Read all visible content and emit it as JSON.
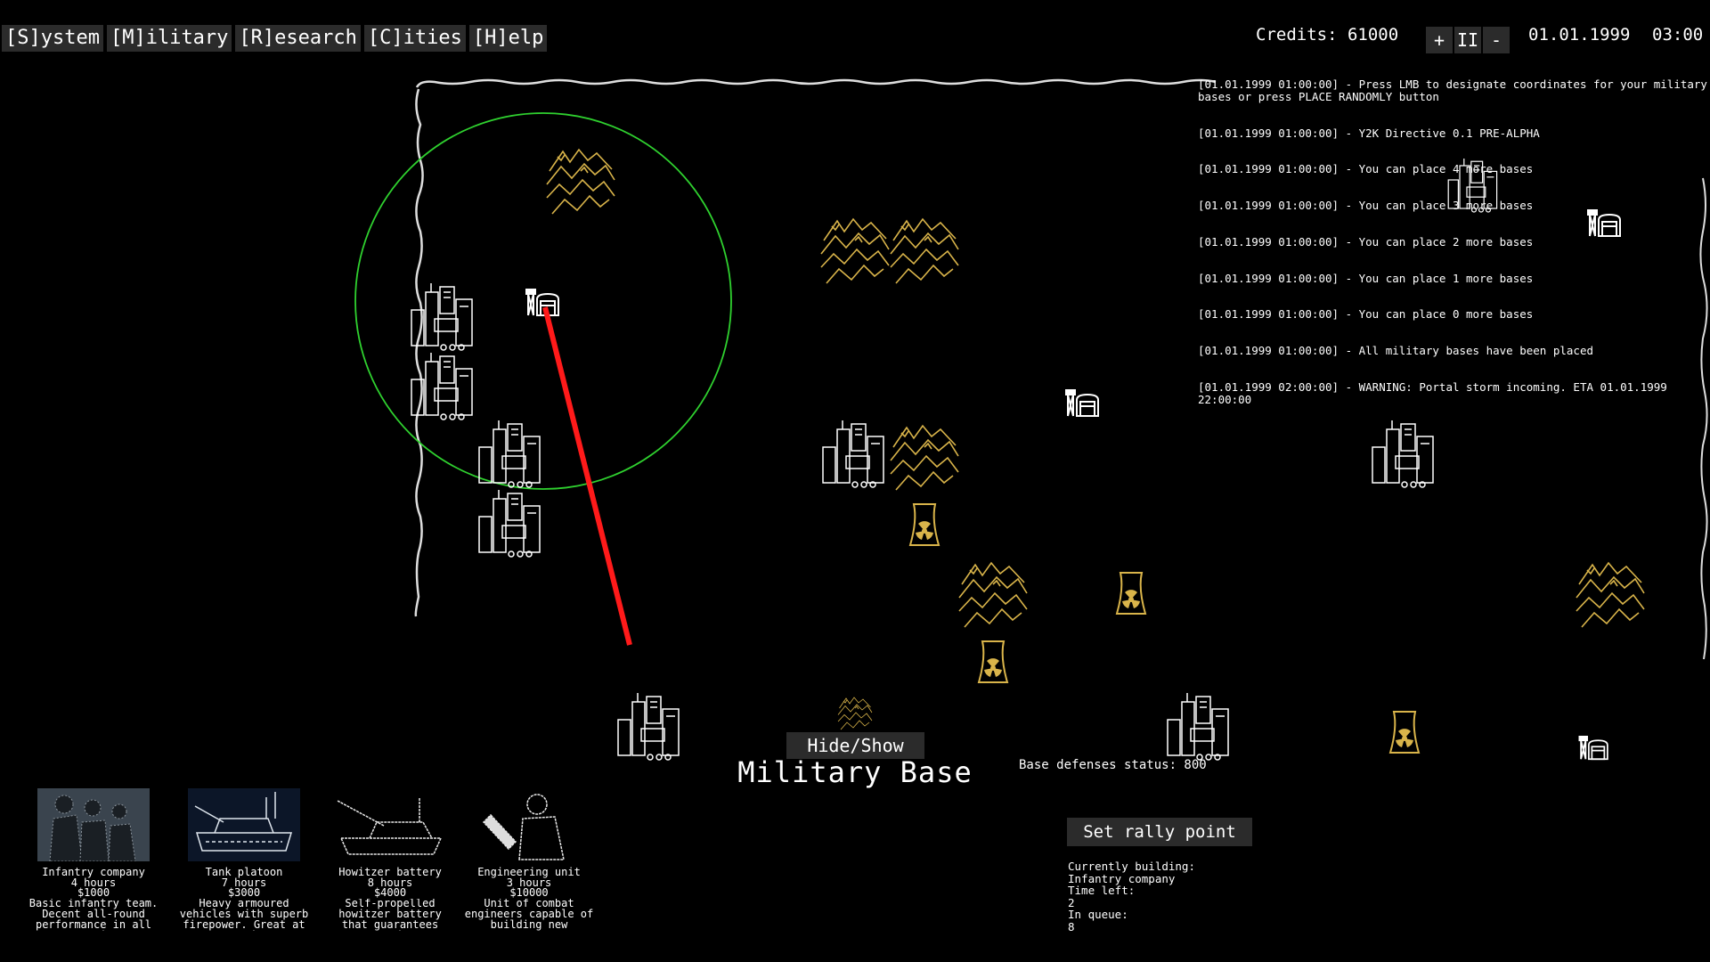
{
  "menu": [
    {
      "label": "[S]ystem"
    },
    {
      "label": "[M]ilitary"
    },
    {
      "label": "[R]esearch"
    },
    {
      "label": "[C]ities"
    },
    {
      "label": "[H]elp"
    }
  ],
  "header": {
    "credits": "Credits: 61000",
    "speed_up": "+",
    "pause": "II",
    "speed_down": "-",
    "date": "01.01.1999",
    "time": "03:00"
  },
  "log": [
    "[01.01.1999 01:00:00] - Press LMB to designate coordinates for your military bases or press PLACE RANDOMLY button",
    "[01.01.1999 01:00:00] - Y2K Directive 0.1 PRE-ALPHA",
    "[01.01.1999 01:00:00] - You can place 4 more bases",
    "[01.01.1999 01:00:00] - You can place 3 more bases",
    "[01.01.1999 01:00:00] - You can place 2 more bases",
    "[01.01.1999 01:00:00] - You can place 1 more bases",
    "[01.01.1999 01:00:00] - You can place 0 more bases",
    "[01.01.1999 01:00:00] - All military bases have been placed",
    "[01.01.1999 02:00:00] - WARNING: Portal storm incoming. ETA 01.01.1999 22:00:00"
  ],
  "colors": {
    "terrain": "#d9b44a",
    "range_circle": "#2fd12f",
    "rally_line": "#ff1a1a",
    "button_bg": "#2b2b2b"
  },
  "base_panel": {
    "hide_show": "Hide/Show",
    "title": "Military Base",
    "defenses": "Base defenses status: 800",
    "rally_button": "Set rally point",
    "building_label": "Currently building:",
    "building_value": "Infantry company",
    "time_left_label": "Time left:",
    "time_left_value": "2",
    "queue_label": "In queue:",
    "queue_value": "8"
  },
  "units": [
    {
      "name": "Infantry company",
      "time": "4 hours",
      "cost": "$1000",
      "desc": "Basic infantry team. Decent all-round performance in all terrains"
    },
    {
      "name": "Tank platoon",
      "time": "7 hours",
      "cost": "$3000",
      "desc": "Heavy armoured vehicles with superb firepower. Great at covering"
    },
    {
      "name": "Howitzer battery",
      "time": "8 hours",
      "cost": "$4000",
      "desc": "Self-propelled howitzer battery that guarantees superior"
    },
    {
      "name": "Engineering unit",
      "time": "3 hours",
      "cost": "$10000",
      "desc": "Unit of combat engineers capable of building new structures"
    }
  ]
}
